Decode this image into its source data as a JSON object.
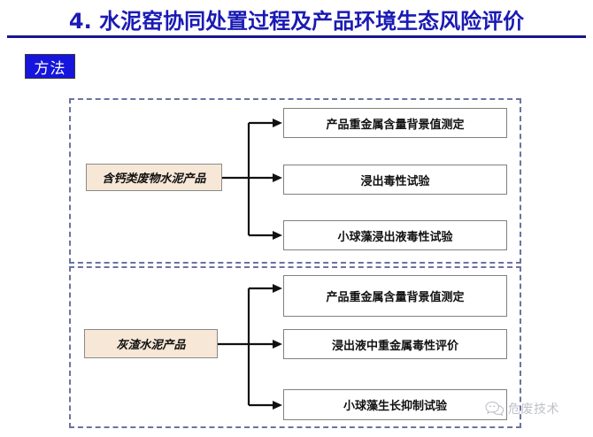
{
  "slide": {
    "title": "4. 水泥窑协同处置过程及产品环境生态风险评价",
    "title_color": "#1a1ab4",
    "rule_color": "#16168f",
    "badge": {
      "label": "方法",
      "fill": "#1515dd",
      "text_color": "#ffffff"
    }
  },
  "flow": {
    "source_fill": "#f7e7d6",
    "source_border": "#8a8a8a",
    "target_fill": "#ffffff",
    "target_border": "#808080",
    "group_border": "#6b73a0",
    "connector_color": "#111111",
    "groups": [
      {
        "name": "upper-group",
        "source": "含钙类废物水泥产品",
        "targets": [
          "产品重金属含量背景值测定",
          "浸出毒性试验",
          "小球藻浸出液毒性试验"
        ]
      },
      {
        "name": "lower-group",
        "source": "灰渣水泥产品",
        "targets": [
          "产品重金属含量背景值测定",
          "浸出液中重金属毒性评价",
          "小球藻生长抑制试验"
        ]
      }
    ]
  },
  "watermark": {
    "icon": "wechat-speech-bubble-icon",
    "text": "危废技术"
  }
}
